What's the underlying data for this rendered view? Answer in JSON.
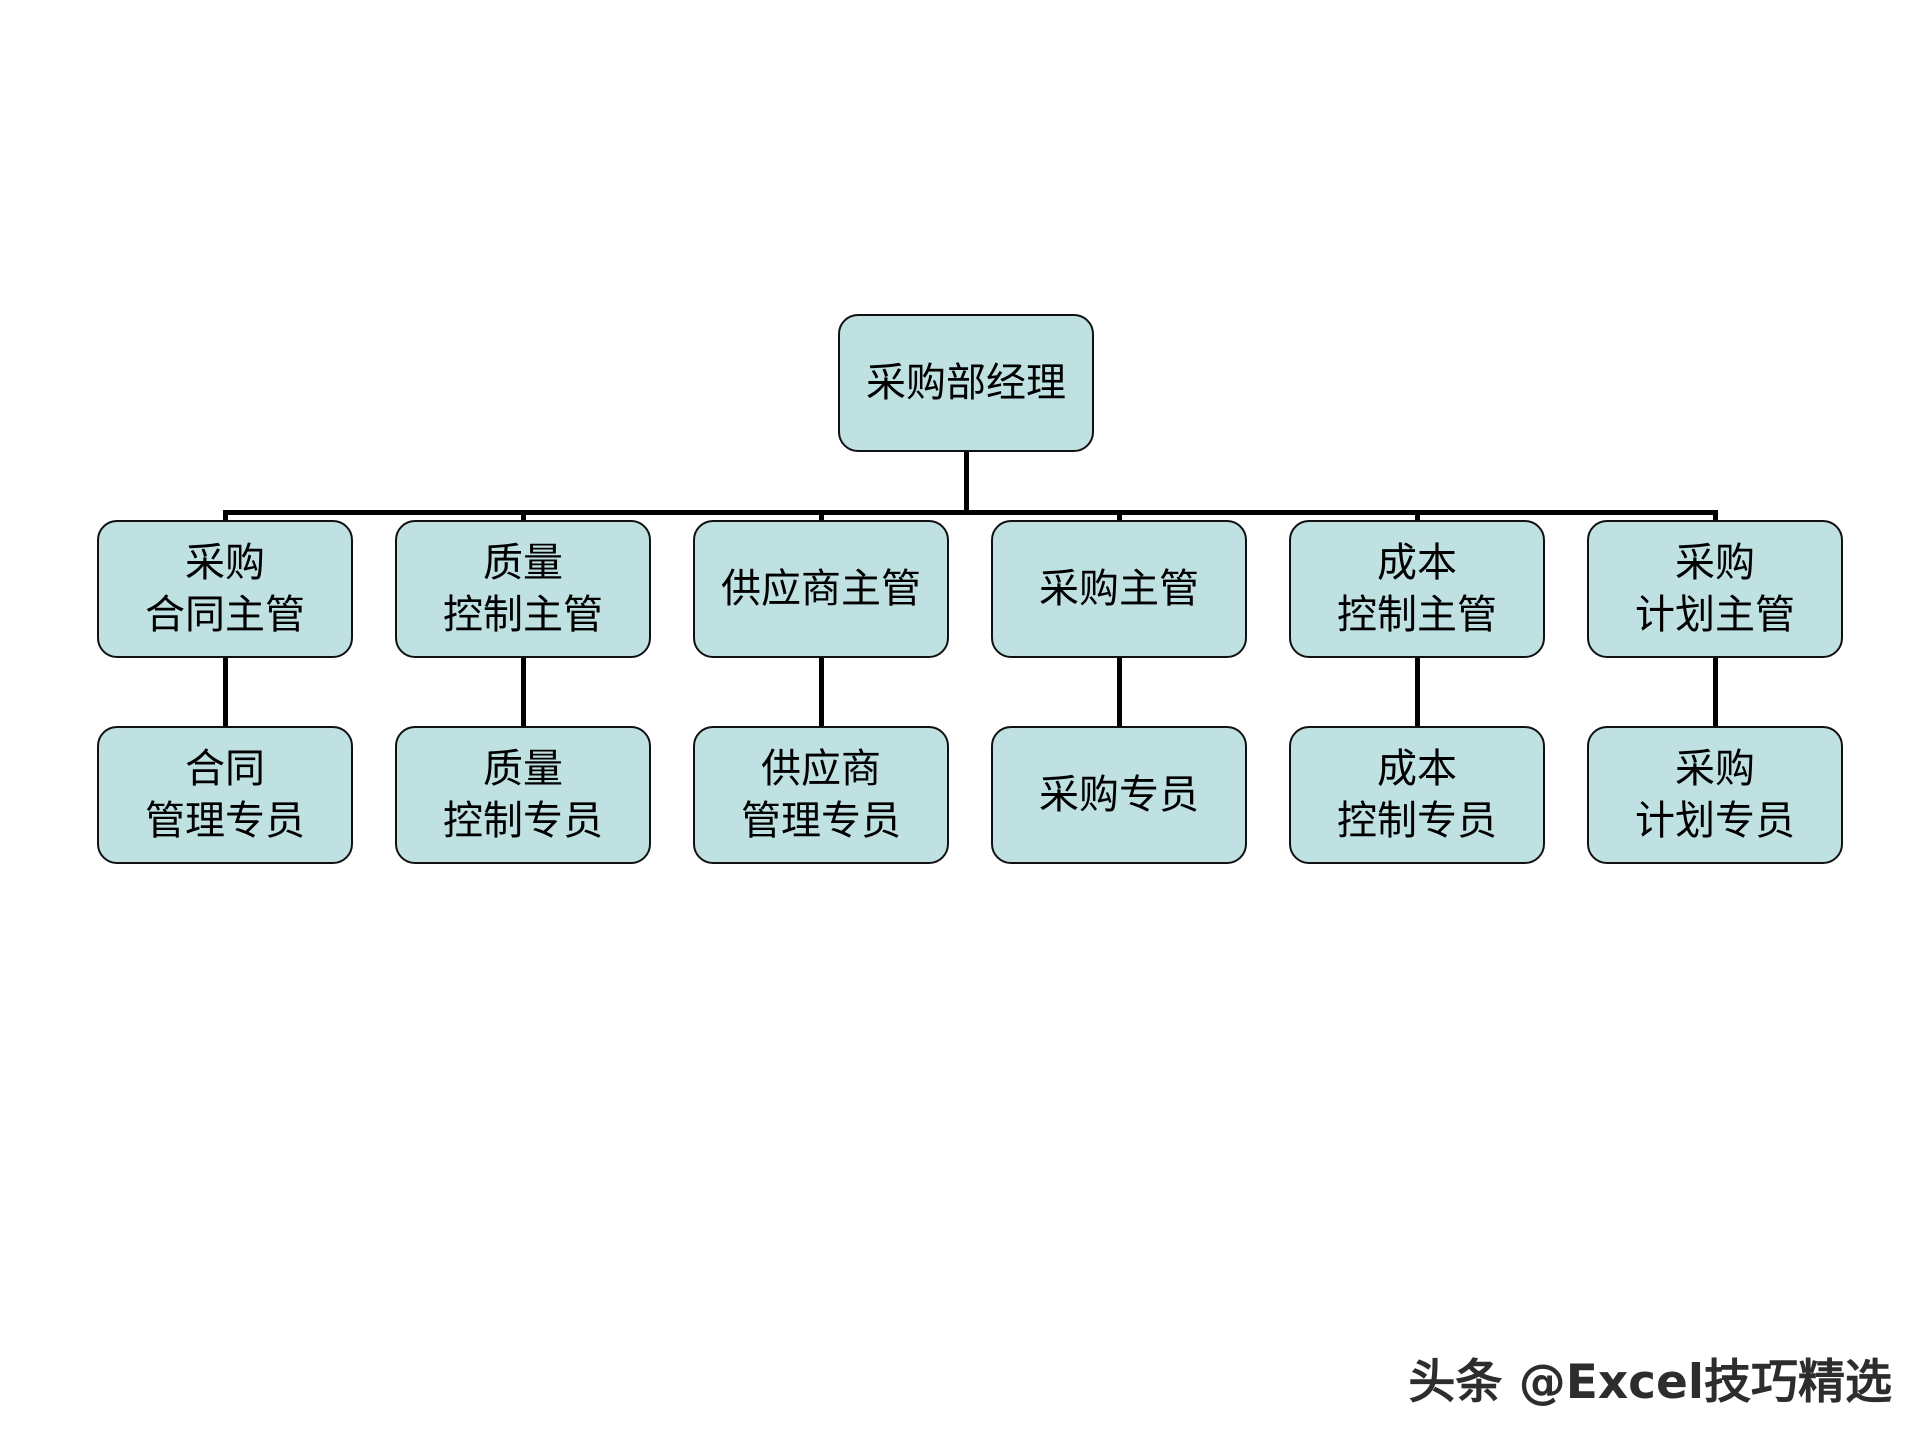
{
  "diagram": {
    "root": "采购部经理",
    "branches": [
      {
        "supervisor": "采购\n合同主管",
        "specialist": "合同\n管理专员"
      },
      {
        "supervisor": "质量\n控制主管",
        "specialist": "质量\n控制专员"
      },
      {
        "supervisor": "供应商主管",
        "specialist": "供应商\n管理专员"
      },
      {
        "supervisor": "采购主管",
        "specialist": "采购专员"
      },
      {
        "supervisor": "成本\n控制主管",
        "specialist": "成本\n控制专员"
      },
      {
        "supervisor": "采购\n计划主管",
        "specialist": "采购\n计划专员"
      }
    ]
  },
  "watermark": "头条 @Excel技巧精选",
  "colors": {
    "box_fill": "#bfe1e2",
    "box_border": "#111111",
    "connector": "#000000"
  }
}
